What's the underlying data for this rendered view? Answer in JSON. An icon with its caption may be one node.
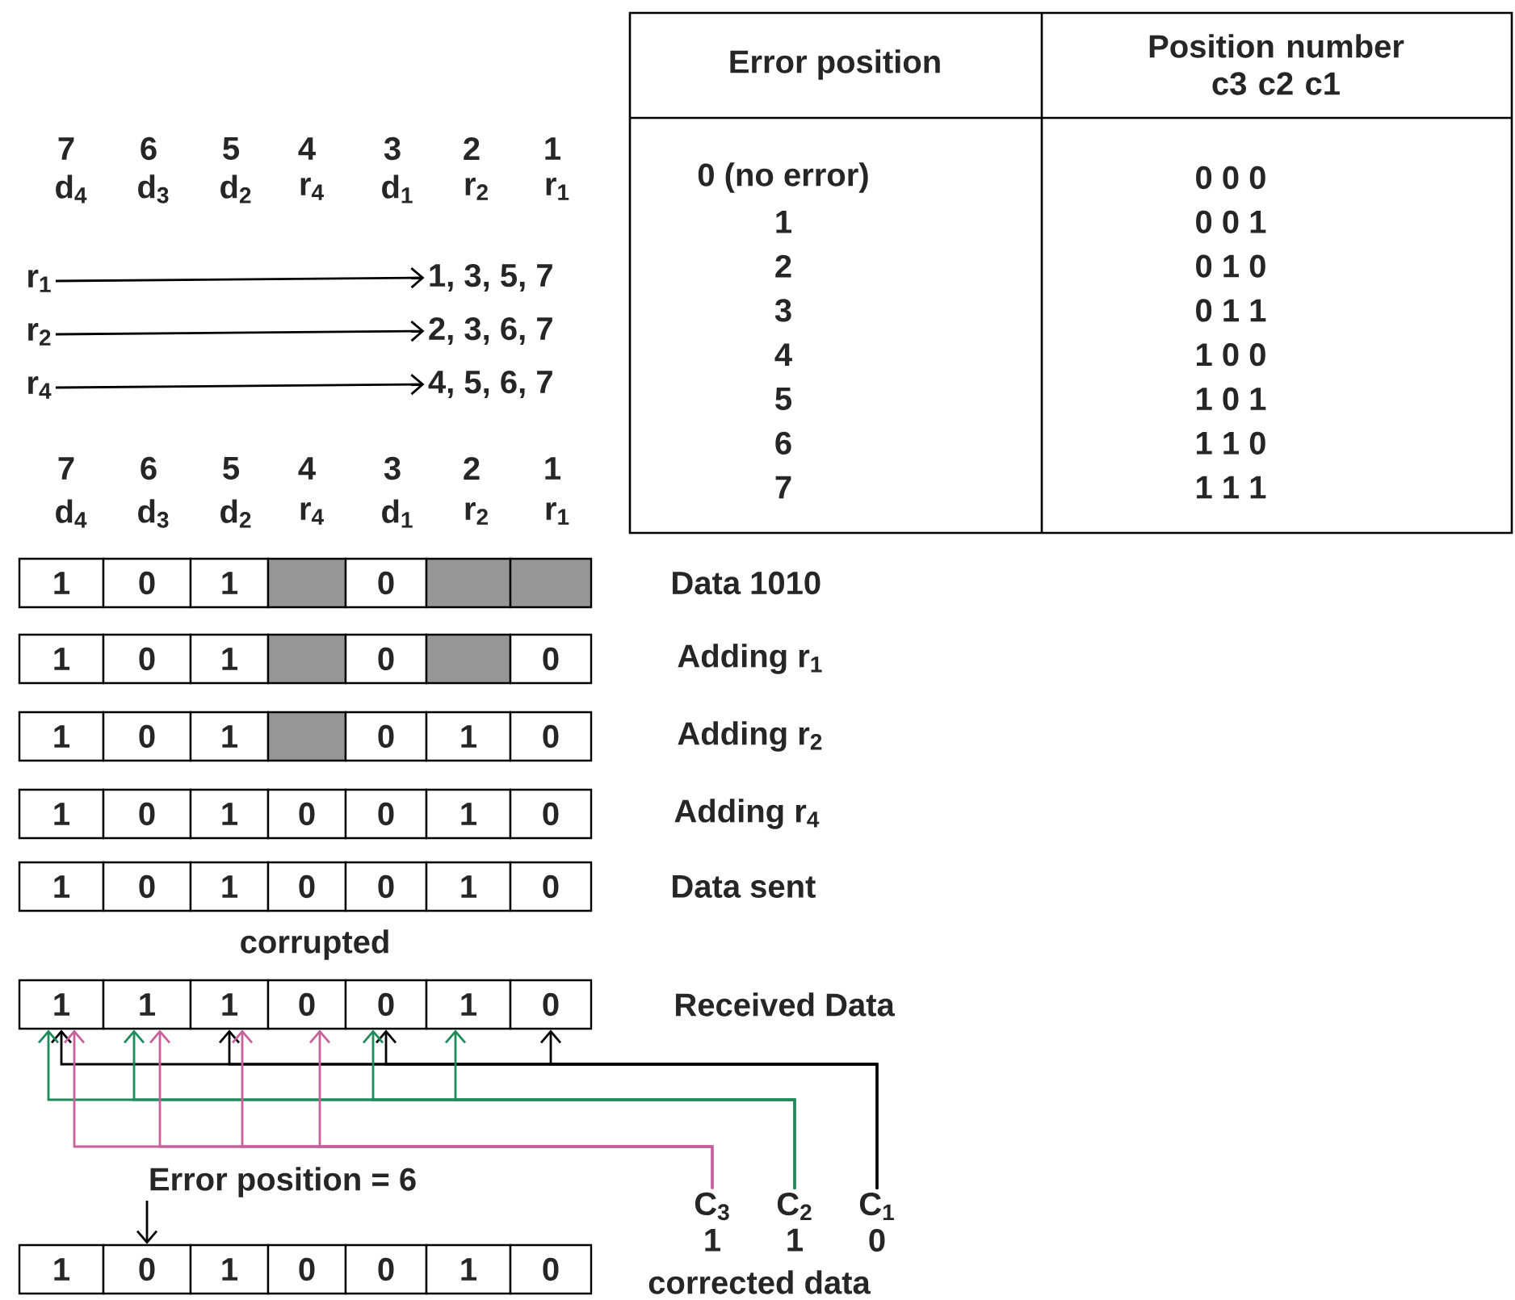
{
  "diagram": {
    "nodes": [
      {
        "text": [
          "r$_{1}$"
        ]
      },
      {
        "text": [
          "1, 3, 5, 7"
        ]
      },
      {
        "text": [
          "r$_{2}$"
        ]
      },
      {
        "text": [
          "2, 3, 6, 7"
        ]
      },
      {
        "text": [
          "r$_{4}$"
        ]
      },
      {
        "text": [
          "4, 5, 6, 7"
        ]
      },
      {
        "text": [
          "1"
        ]
      },
      {
        "text": [
          "0"
        ]
      },
      {
        "text": [
          "1"
        ]
      },
      {
        "text": [],
        "shape": "box"
      },
      {
        "text": [
          "0"
        ]
      },
      {
        "text": [],
        "shape": "box"
      },
      {
        "text": [],
        "shape": "box"
      },
      {
        "text": [
          "1"
        ]
      },
      {
        "text": [
          "0"
        ]
      },
      {
        "text": [
          "1"
        ]
      },
      {
        "text": [],
        "shape": "box"
      },
      {
        "text": [
          "0"
        ]
      },
      {
        "text": [],
        "shape": "box"
      },
      {
        "text": [
          "0"
        ]
      },
      {
        "text": [
          "1"
        ]
      },
      {
        "text": [
          "0"
        ]
      },
      {
        "text": [
          "1"
        ]
      },
      {
        "text": [],
        "shape": "box"
      },
      {
        "text": [
          "0"
        ]
      },
      {
        "text": [
          "1"
        ]
      },
      {
        "text": [
          "0"
        ]
      },
      {
        "text": [
          "1"
        ]
      },
      {
        "text": [
          "0"
        ]
      },
      {
        "text": [
          "1"
        ]
      },
      {
        "text": [
          "0"
        ]
      },
      {
        "text": [
          "0"
        ]
      },
      {
        "text": [
          "1"
        ]
      },
      {
        "text": [
          "0"
        ]
      },
      {
        "text": [
          "1"
        ]
      },
      {
        "text": [
          "0"
        ]
      },
      {
        "text": [
          "1"
        ]
      },
      {
        "text": [
          "0"
        ]
      },
      {
        "text": [
          "0"
        ]
      },
      {
        "text": [
          "1"
        ]
      },
      {
        "text": [
          "0"
        ]
      },
      {
        "text": [
          "1"
        ]
      },
      {
        "text": [
          "1"
        ]
      },
      {
        "text": [
          "1"
        ]
      },
      {
        "text": [
          "0"
        ]
      },
      {
        "text": [
          "0"
        ]
      },
      {
        "text": [
          "1"
        ]
      },
      {
        "text": [
          "0"
        ]
      },
      {
        "text": [
          "Error position = 6"
        ]
      },
      {
        "text": [
          "C$_{3}$"
        ],
        "beside": [
          "1"
        ]
      },
      {
        "text": [
          "C$_{2}$"
        ],
        "beside": [
          "1"
        ]
      },
      {
        "text": [
          "C$_{1}$"
        ],
        "beside": [
          "0"
        ]
      },
      {
        "text": [
          "1"
        ]
      },
      {
        "text": [
          "0"
        ]
      },
      {
        "text": [
          "1"
        ]
      },
      {
        "text": [
          "0"
        ]
      },
      {
        "text": [
          "0"
        ]
      },
      {
        "text": [
          "1"
        ]
      },
      {
        "text": [
          "0"
        ]
      }
    ],
    "edges": [
      {
        "from": 0,
        "to": 1,
        "arrow": "to"
      },
      {
        "from": 2,
        "to": 3,
        "arrow": "to"
      },
      {
        "from": 4,
        "to": 5,
        "arrow": "to"
      },
      {
        "from": 51,
        "to": 41,
        "arrow": "to"
      },
      {
        "from": 51,
        "to": 43,
        "arrow": "to"
      },
      {
        "from": 51,
        "to": 45,
        "arrow": "to"
      },
      {
        "from": 51,
        "to": 47,
        "arrow": "to"
      },
      {
        "from": 50,
        "to": 41,
        "arrow": "to",
        "color": "#1f8a5a"
      },
      {
        "from": 50,
        "to": 42,
        "arrow": "to",
        "color": "#1f8a5a"
      },
      {
        "from": 50,
        "to": 45,
        "arrow": "to",
        "color": "#1f8a5a"
      },
      {
        "from": 50,
        "to": 46,
        "arrow": "to",
        "color": "#1f8a5a"
      },
      {
        "from": 49,
        "to": 41,
        "arrow": "to",
        "color": "#c8609c"
      },
      {
        "from": 49,
        "to": 42,
        "arrow": "to",
        "color": "#c8609c"
      },
      {
        "from": 49,
        "to": 43,
        "arrow": "to",
        "color": "#c8609c"
      },
      {
        "from": 49,
        "to": 44,
        "arrow": "to",
        "color": "#c8609c"
      },
      {
        "from": 48,
        "to": 53,
        "arrow": "to"
      }
    ],
    "labels": [
      "7",
      "6",
      "5",
      "4",
      "3",
      "2",
      "1",
      "d$_{4}$",
      "d$_{3}$",
      "d$_{2}$",
      "r$_{4}$",
      "d$_{1}$",
      "r$_{2}$",
      "r$_{1}$",
      "7",
      "6",
      "5",
      "4",
      "3",
      "2",
      "1",
      "d$_{4}$",
      "d$_{3}$",
      "d$_{2}$",
      "r$_{4}$",
      "d$_{1}$",
      "r$_{2}$",
      "r$_{1}$",
      "Error position",
      "Position number c3 c2 c1",
      "0 (no error)",
      "0 0 0",
      "1",
      "0 0 1",
      "2",
      "0 1 0",
      "3",
      "0 1 1",
      "4",
      "1 0 0",
      "5",
      "1 0 1",
      "6",
      "1 1 0",
      "7",
      "1 1 1",
      "Data 1010",
      "Adding r$_{1}$",
      "Adding r$_{2}$",
      "Adding r$_{4}$",
      "Data sent",
      "corrupted",
      "Received Data",
      "corrected data"
    ]
  }
}
